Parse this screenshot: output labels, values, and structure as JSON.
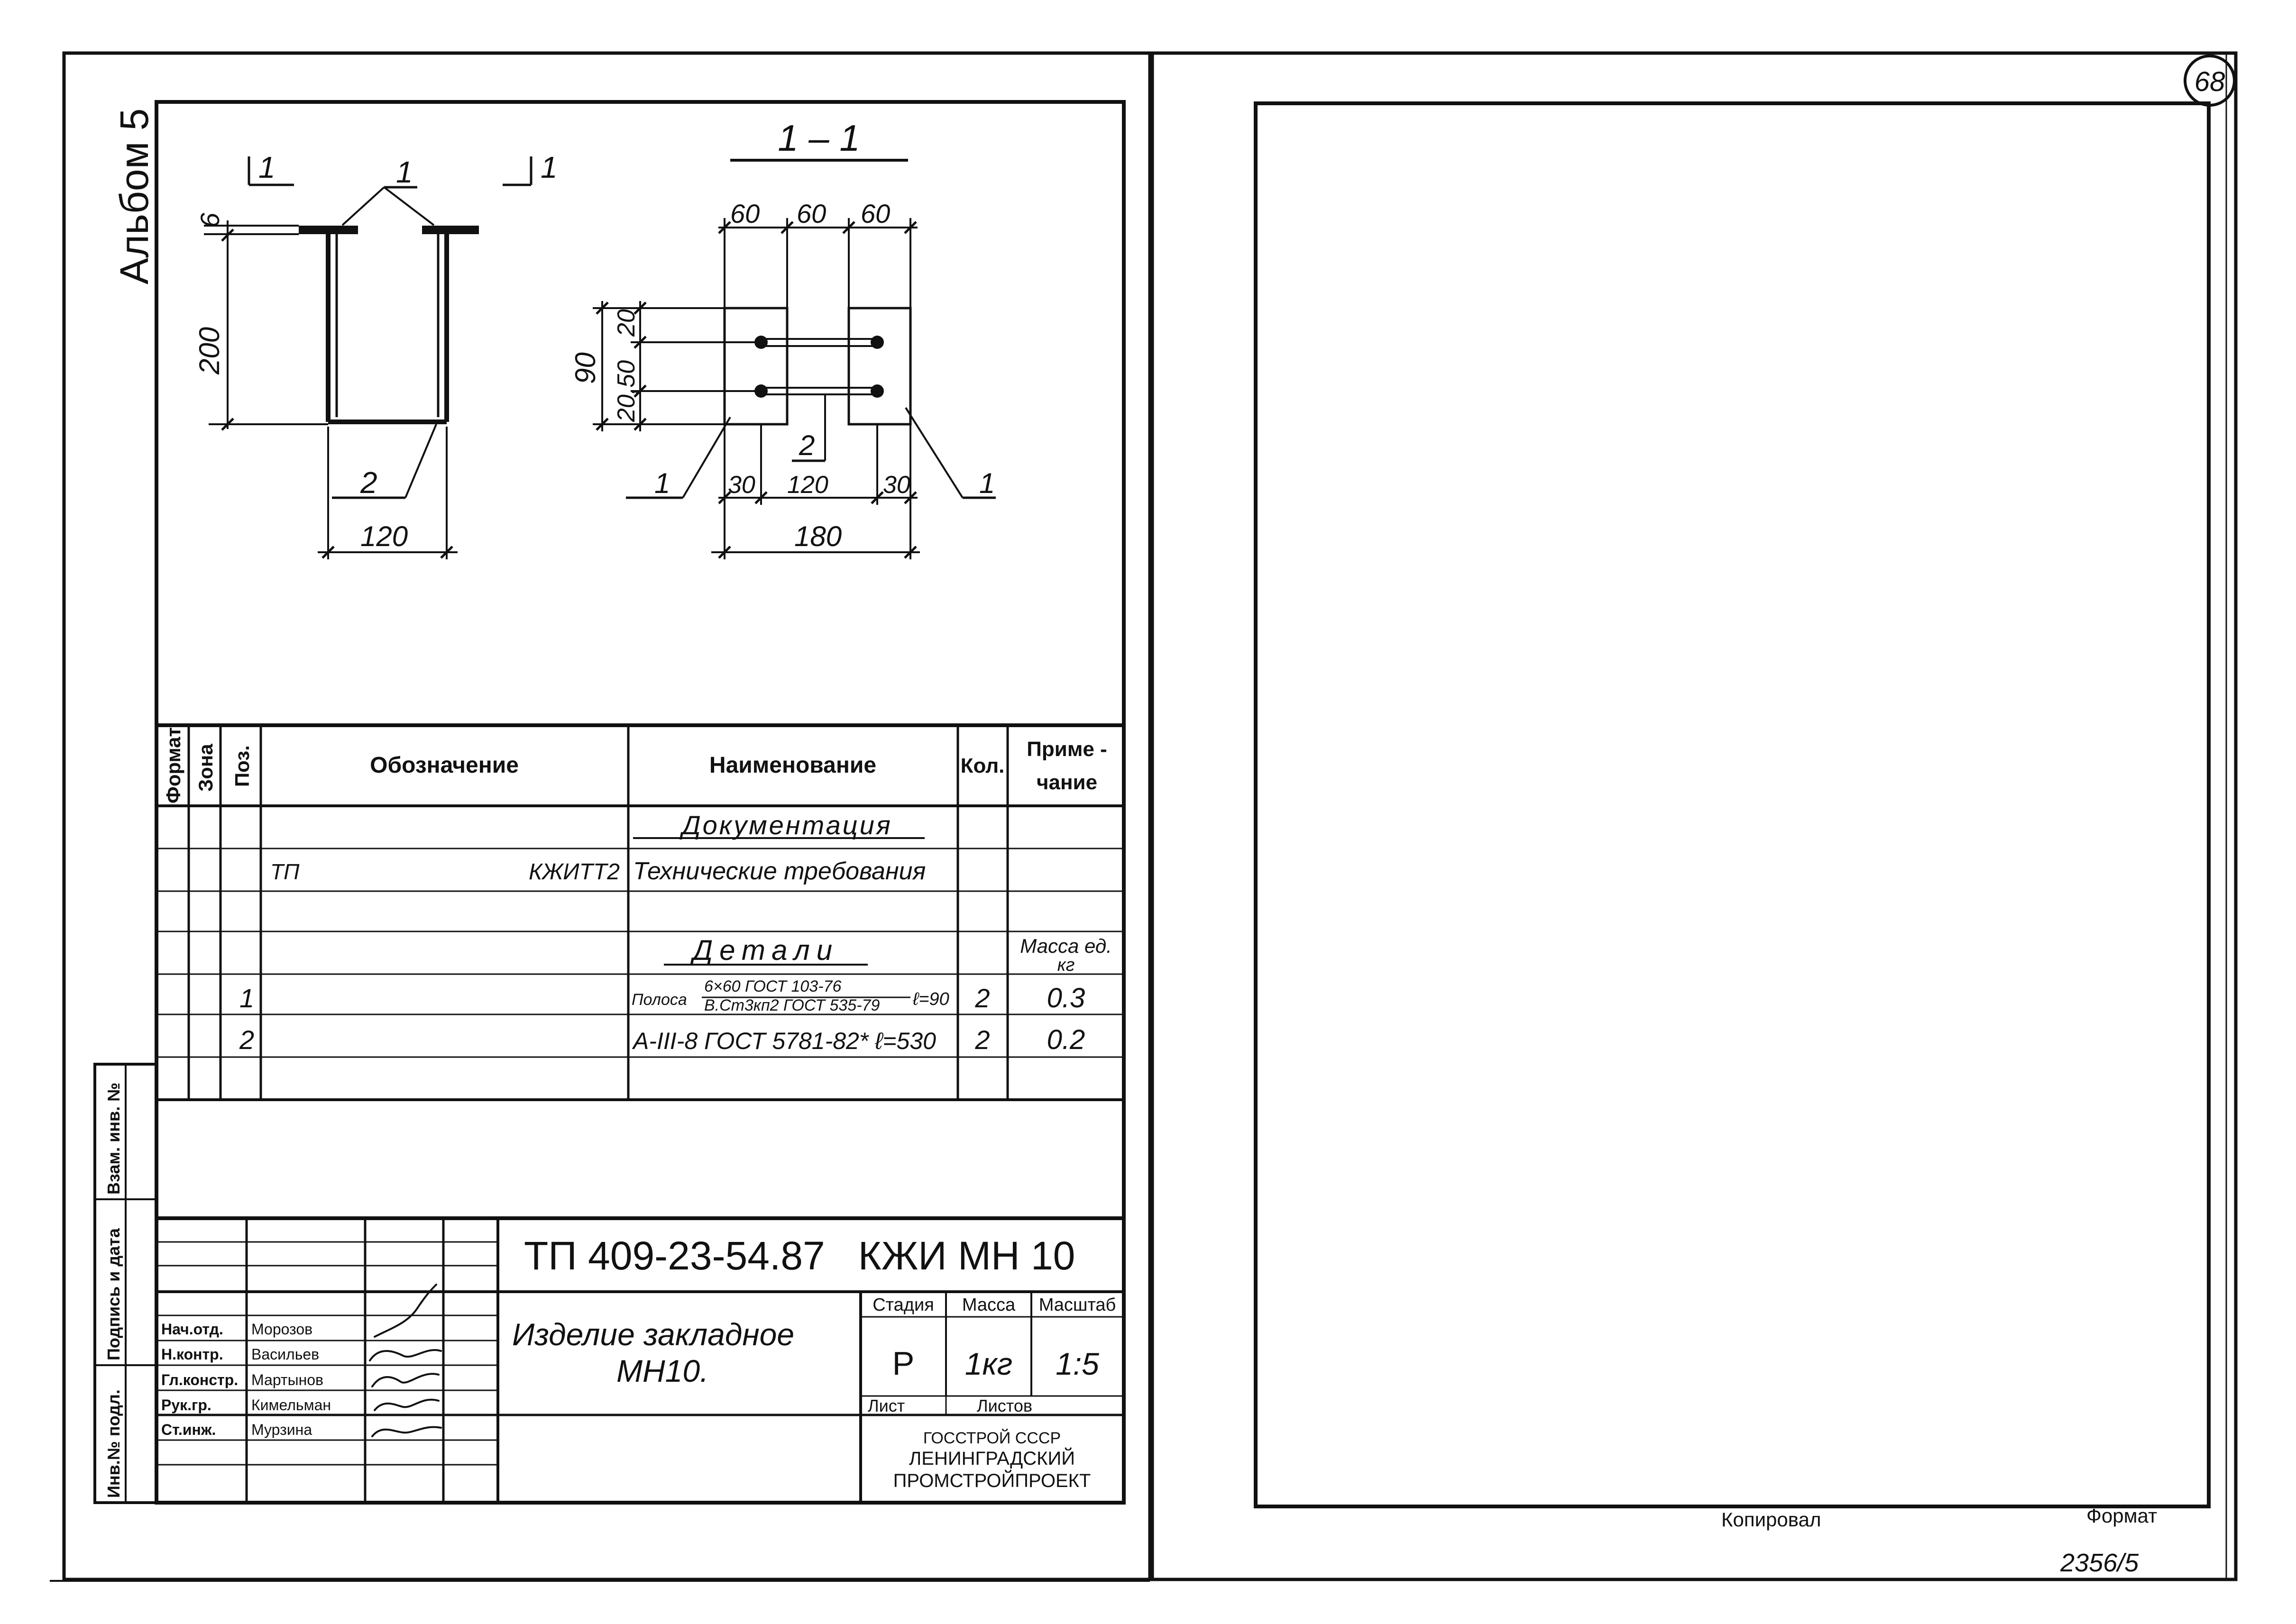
{
  "sheet_number": "68",
  "album": "Альбом 5",
  "drawing": {
    "section_title": "1 – 1",
    "section_marker_left": "1",
    "section_marker_right": "1",
    "pos_callout_1a": "1",
    "pos_callout_1b": "1",
    "pos_callout_1c": "1",
    "pos_callout_2a": "2",
    "pos_callout_2b": "2",
    "dim_6": "6",
    "dim_200": "200",
    "dim_120_elev": "120",
    "dim_60a": "60",
    "dim_60b": "60",
    "dim_60c": "60",
    "dim_90": "90",
    "dim_20_top": "20",
    "dim_20_50": "20,50",
    "dim_30_left": "30",
    "dim_120_plan": "120",
    "dim_30_right": "30",
    "dim_180": "180"
  },
  "spec": {
    "headers": {
      "format": "Формат",
      "zone": "Зона",
      "pos": "Поз.",
      "designation": "Обозначение",
      "name": "Наименование",
      "qty": "Кол.",
      "note_line1": "Приме -",
      "note_line2": "чание"
    },
    "section_documentation": "Документация",
    "doc_row": {
      "designation_left": "ТП",
      "designation_right": "КЖИТТ2",
      "name": "Технические требования"
    },
    "section_details": "Детали",
    "mass_note_line1": "Масса ед.",
    "mass_note_line2": "кг",
    "rows": [
      {
        "pos": "1",
        "name_prefix": "Полоса",
        "name_numer": "6×60 ГОСТ 103-76",
        "name_denom": "В.Ст3кп2 ГОСТ 535-79",
        "name_suffix": "ℓ=90",
        "qty": "2",
        "note": "0.3"
      },
      {
        "pos": "2",
        "name": "А-III-8 ГОСТ 5781-82* ℓ=530",
        "qty": "2",
        "note": "0.2"
      }
    ]
  },
  "title_block": {
    "code": "ТП 409-23-54.87   КЖИ МН 10",
    "title_line1": "Изделие закладное",
    "title_line2": "МН10.",
    "stage_label": "Стадия",
    "mass_label": "Масса",
    "scale_label": "Масштаб",
    "stage": "Р",
    "mass": "1кг",
    "scale": "1:5",
    "sheet_label": "Лист",
    "sheets_label": "Листов",
    "org_line1": "ГОССТРОЙ СССР",
    "org_line2": "ЛЕНИНГРАДСКИЙ",
    "org_line3": "ПРОМСТРОЙПРОЕКТ",
    "staff": [
      {
        "role": "Нач.отд.",
        "name": "Морозов"
      },
      {
        "role": "Н.контр.",
        "name": "Васильев"
      },
      {
        "role": "Гл.констр.",
        "name": "Мартынов"
      },
      {
        "role": "Рук.гр.",
        "name": "Кимельман"
      },
      {
        "role": "Ст.инж.",
        "name": "Мурзина"
      }
    ]
  },
  "side_stamp": {
    "inv_podl": "Инв.№ подл.",
    "podpis_data": "Подпись и дата",
    "vzam_inv": "Взам. инв. №"
  },
  "footer": {
    "copied": "Копировал",
    "format": "Формат",
    "number": "2356/5"
  }
}
